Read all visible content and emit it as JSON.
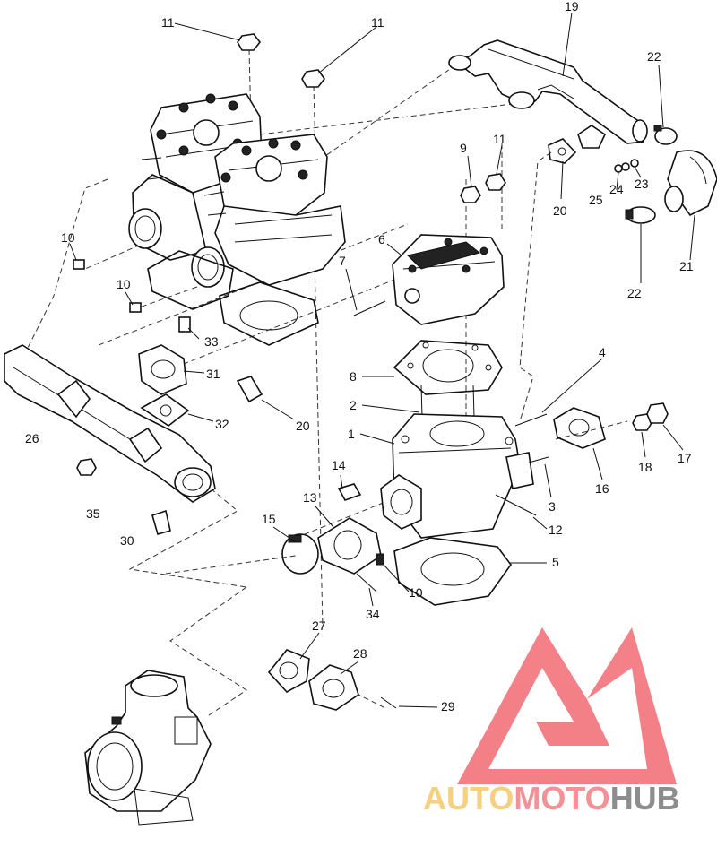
{
  "callouts": [
    {
      "id": "c11a",
      "label": "11"
    },
    {
      "id": "c11b",
      "label": "11"
    },
    {
      "id": "c19",
      "label": "19"
    },
    {
      "id": "c22a",
      "label": "22"
    },
    {
      "id": "c9",
      "label": "9"
    },
    {
      "id": "c11c",
      "label": "11"
    },
    {
      "id": "c20a",
      "label": "20"
    },
    {
      "id": "c25",
      "label": "25"
    },
    {
      "id": "c24",
      "label": "24"
    },
    {
      "id": "c23",
      "label": "23"
    },
    {
      "id": "c22b",
      "label": "22"
    },
    {
      "id": "c21",
      "label": "21"
    },
    {
      "id": "c10a",
      "label": "10"
    },
    {
      "id": "c10b",
      "label": "10"
    },
    {
      "id": "c6",
      "label": "6"
    },
    {
      "id": "c7",
      "label": "7"
    },
    {
      "id": "c33",
      "label": "33"
    },
    {
      "id": "c31",
      "label": "31"
    },
    {
      "id": "c32",
      "label": "32"
    },
    {
      "id": "c8",
      "label": "8"
    },
    {
      "id": "c4",
      "label": "4"
    },
    {
      "id": "c2",
      "label": "2"
    },
    {
      "id": "c20b",
      "label": "20"
    },
    {
      "id": "c26",
      "label": "26"
    },
    {
      "id": "c1",
      "label": "1"
    },
    {
      "id": "c18",
      "label": "18"
    },
    {
      "id": "c17",
      "label": "17"
    },
    {
      "id": "c14",
      "label": "14"
    },
    {
      "id": "c16",
      "label": "16"
    },
    {
      "id": "c3",
      "label": "3"
    },
    {
      "id": "c35",
      "label": "35"
    },
    {
      "id": "c13",
      "label": "13"
    },
    {
      "id": "c15",
      "label": "15"
    },
    {
      "id": "c12",
      "label": "12"
    },
    {
      "id": "c30",
      "label": "30"
    },
    {
      "id": "c5",
      "label": "5"
    },
    {
      "id": "c10c",
      "label": "10"
    },
    {
      "id": "c34",
      "label": "34"
    },
    {
      "id": "c27",
      "label": "27"
    },
    {
      "id": "c28",
      "label": "28"
    },
    {
      "id": "c29",
      "label": "29"
    }
  ],
  "watermark": {
    "part1": "AUTO",
    "part2": "MOTO",
    "part3": "HUB",
    "color_auto": "#f5c76b",
    "color_moto": "#f07f84",
    "color_hub": "#7a7a7a",
    "color_logo": "#f26b73"
  }
}
